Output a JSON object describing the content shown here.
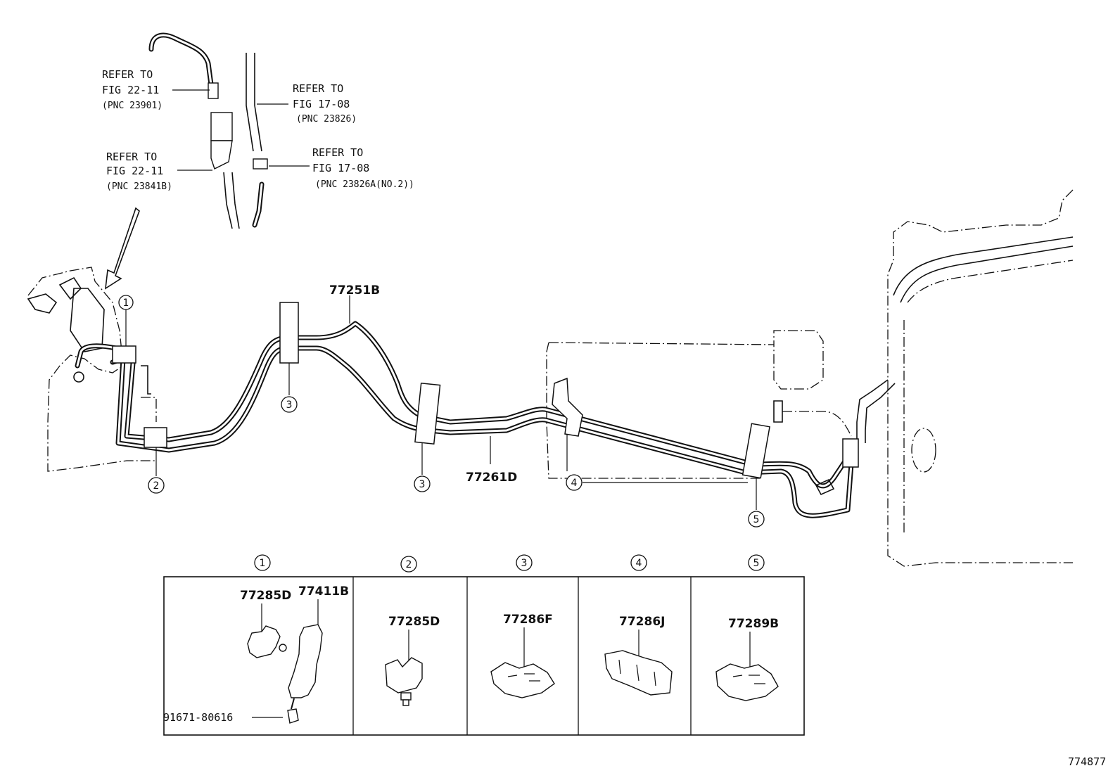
{
  "references": [
    {
      "line1": "REFER TO",
      "line2": "FIG 22-11",
      "pnc": "(PNC 23901)"
    },
    {
      "line1": "REFER TO",
      "line2": "FIG 17-08",
      "pnc": "(PNC 23826)"
    },
    {
      "line1": "REFER TO",
      "line2": "FIG 22-11",
      "pnc": "(PNC 23841B)"
    },
    {
      "line1": "REFER TO",
      "line2": "FIG 17-08",
      "pnc": "(PNC 23826A(NO.2))"
    }
  ],
  "tubes": [
    "77251B",
    "77261D"
  ],
  "callouts": {
    "c1": "1",
    "c2": "2",
    "c3": "3",
    "c4": "4",
    "c5": "5"
  },
  "detail": {
    "headers": [
      "1",
      "2",
      "3",
      "4",
      "5"
    ],
    "parts": {
      "p1a": "77285D",
      "p1b": "77411B",
      "p1c": "91671-80616",
      "p2": "77285D",
      "p3": "77286F",
      "p4": "77286J",
      "p5": "77289B"
    }
  },
  "figure_id": "774877"
}
